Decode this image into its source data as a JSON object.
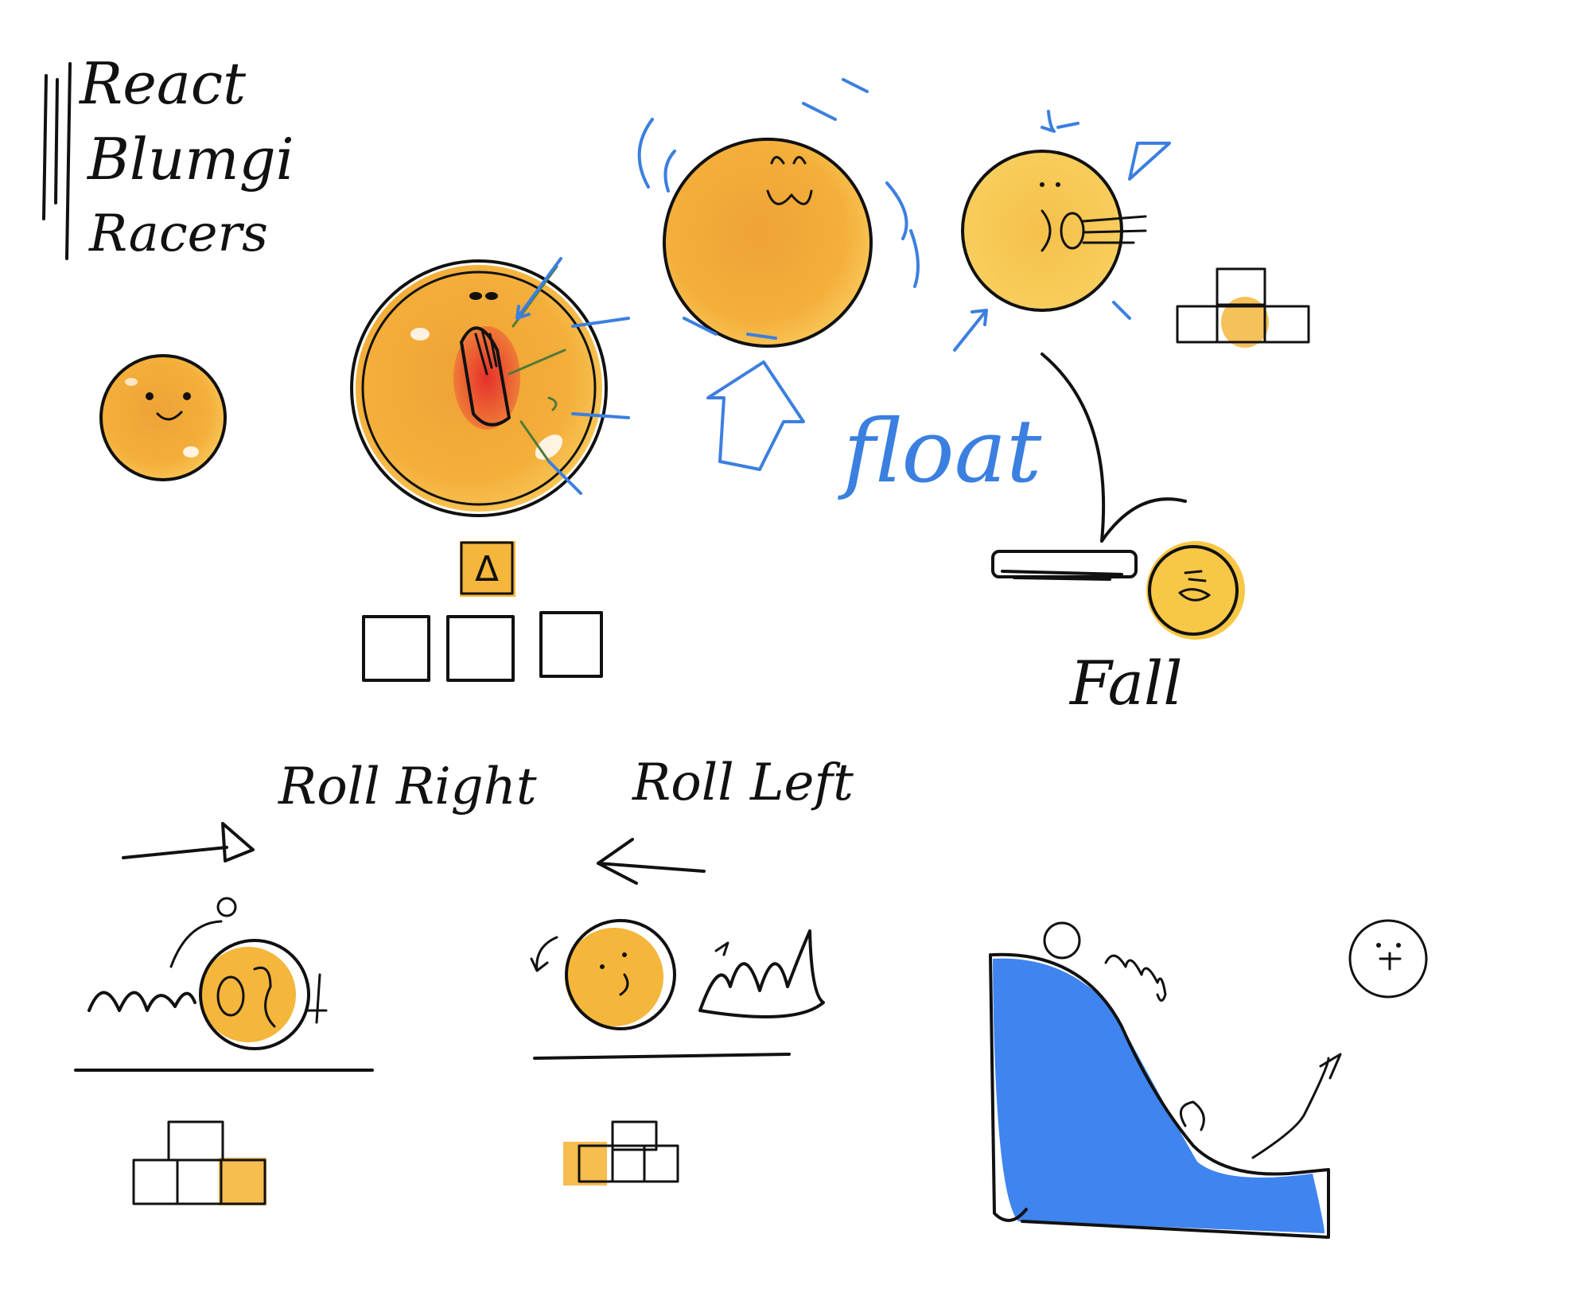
{
  "title": {
    "line1": "React",
    "line2": "Blumgi",
    "line3": "Racers"
  },
  "labels": {
    "float": "float",
    "fall": "Fall",
    "roll_right": "Roll Right",
    "roll_left": "Roll Left"
  },
  "colors": {
    "ball": "#f5b63c",
    "ball_dark": "#eea22e",
    "mouth": "#e8302b",
    "accent_blue": "#3b7fe0",
    "water": "#3f84ef",
    "ink": "#111111"
  },
  "icons": {
    "key_symbol": "Δ"
  }
}
